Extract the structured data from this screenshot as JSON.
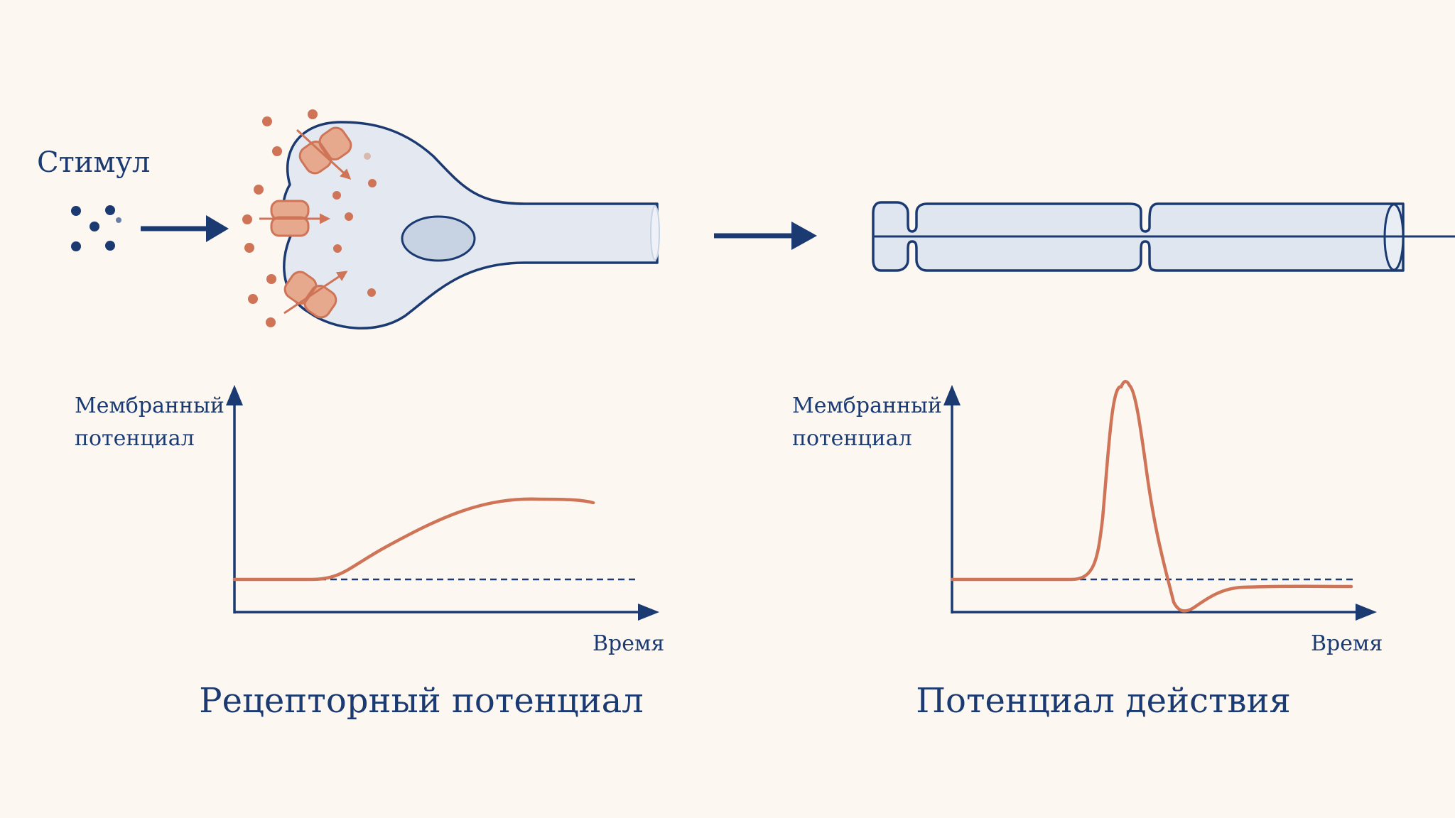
{
  "stimulus_label": "Стимул",
  "left_graph": {
    "y_label_line1": "Мембранный",
    "y_label_line2": "потенциал",
    "x_label": "Время",
    "caption": "Рецепторный потенциал"
  },
  "right_graph": {
    "y_label_line1": "Мембранный",
    "y_label_line2": "потенциал",
    "x_label": "Время",
    "caption": "Потенциал действия"
  },
  "colors": {
    "navy": "#1b3a72",
    "membrane_fill": "#e4e9f1",
    "nucleus_fill": "#c7d2e3",
    "accent": "#cf7457",
    "channel_fill": "#e6a98d",
    "background": "#fcf8f1"
  },
  "icons": [
    "stimulus-dots",
    "arrow-right-icon",
    "ion-channel-icon",
    "ion-particle"
  ]
}
